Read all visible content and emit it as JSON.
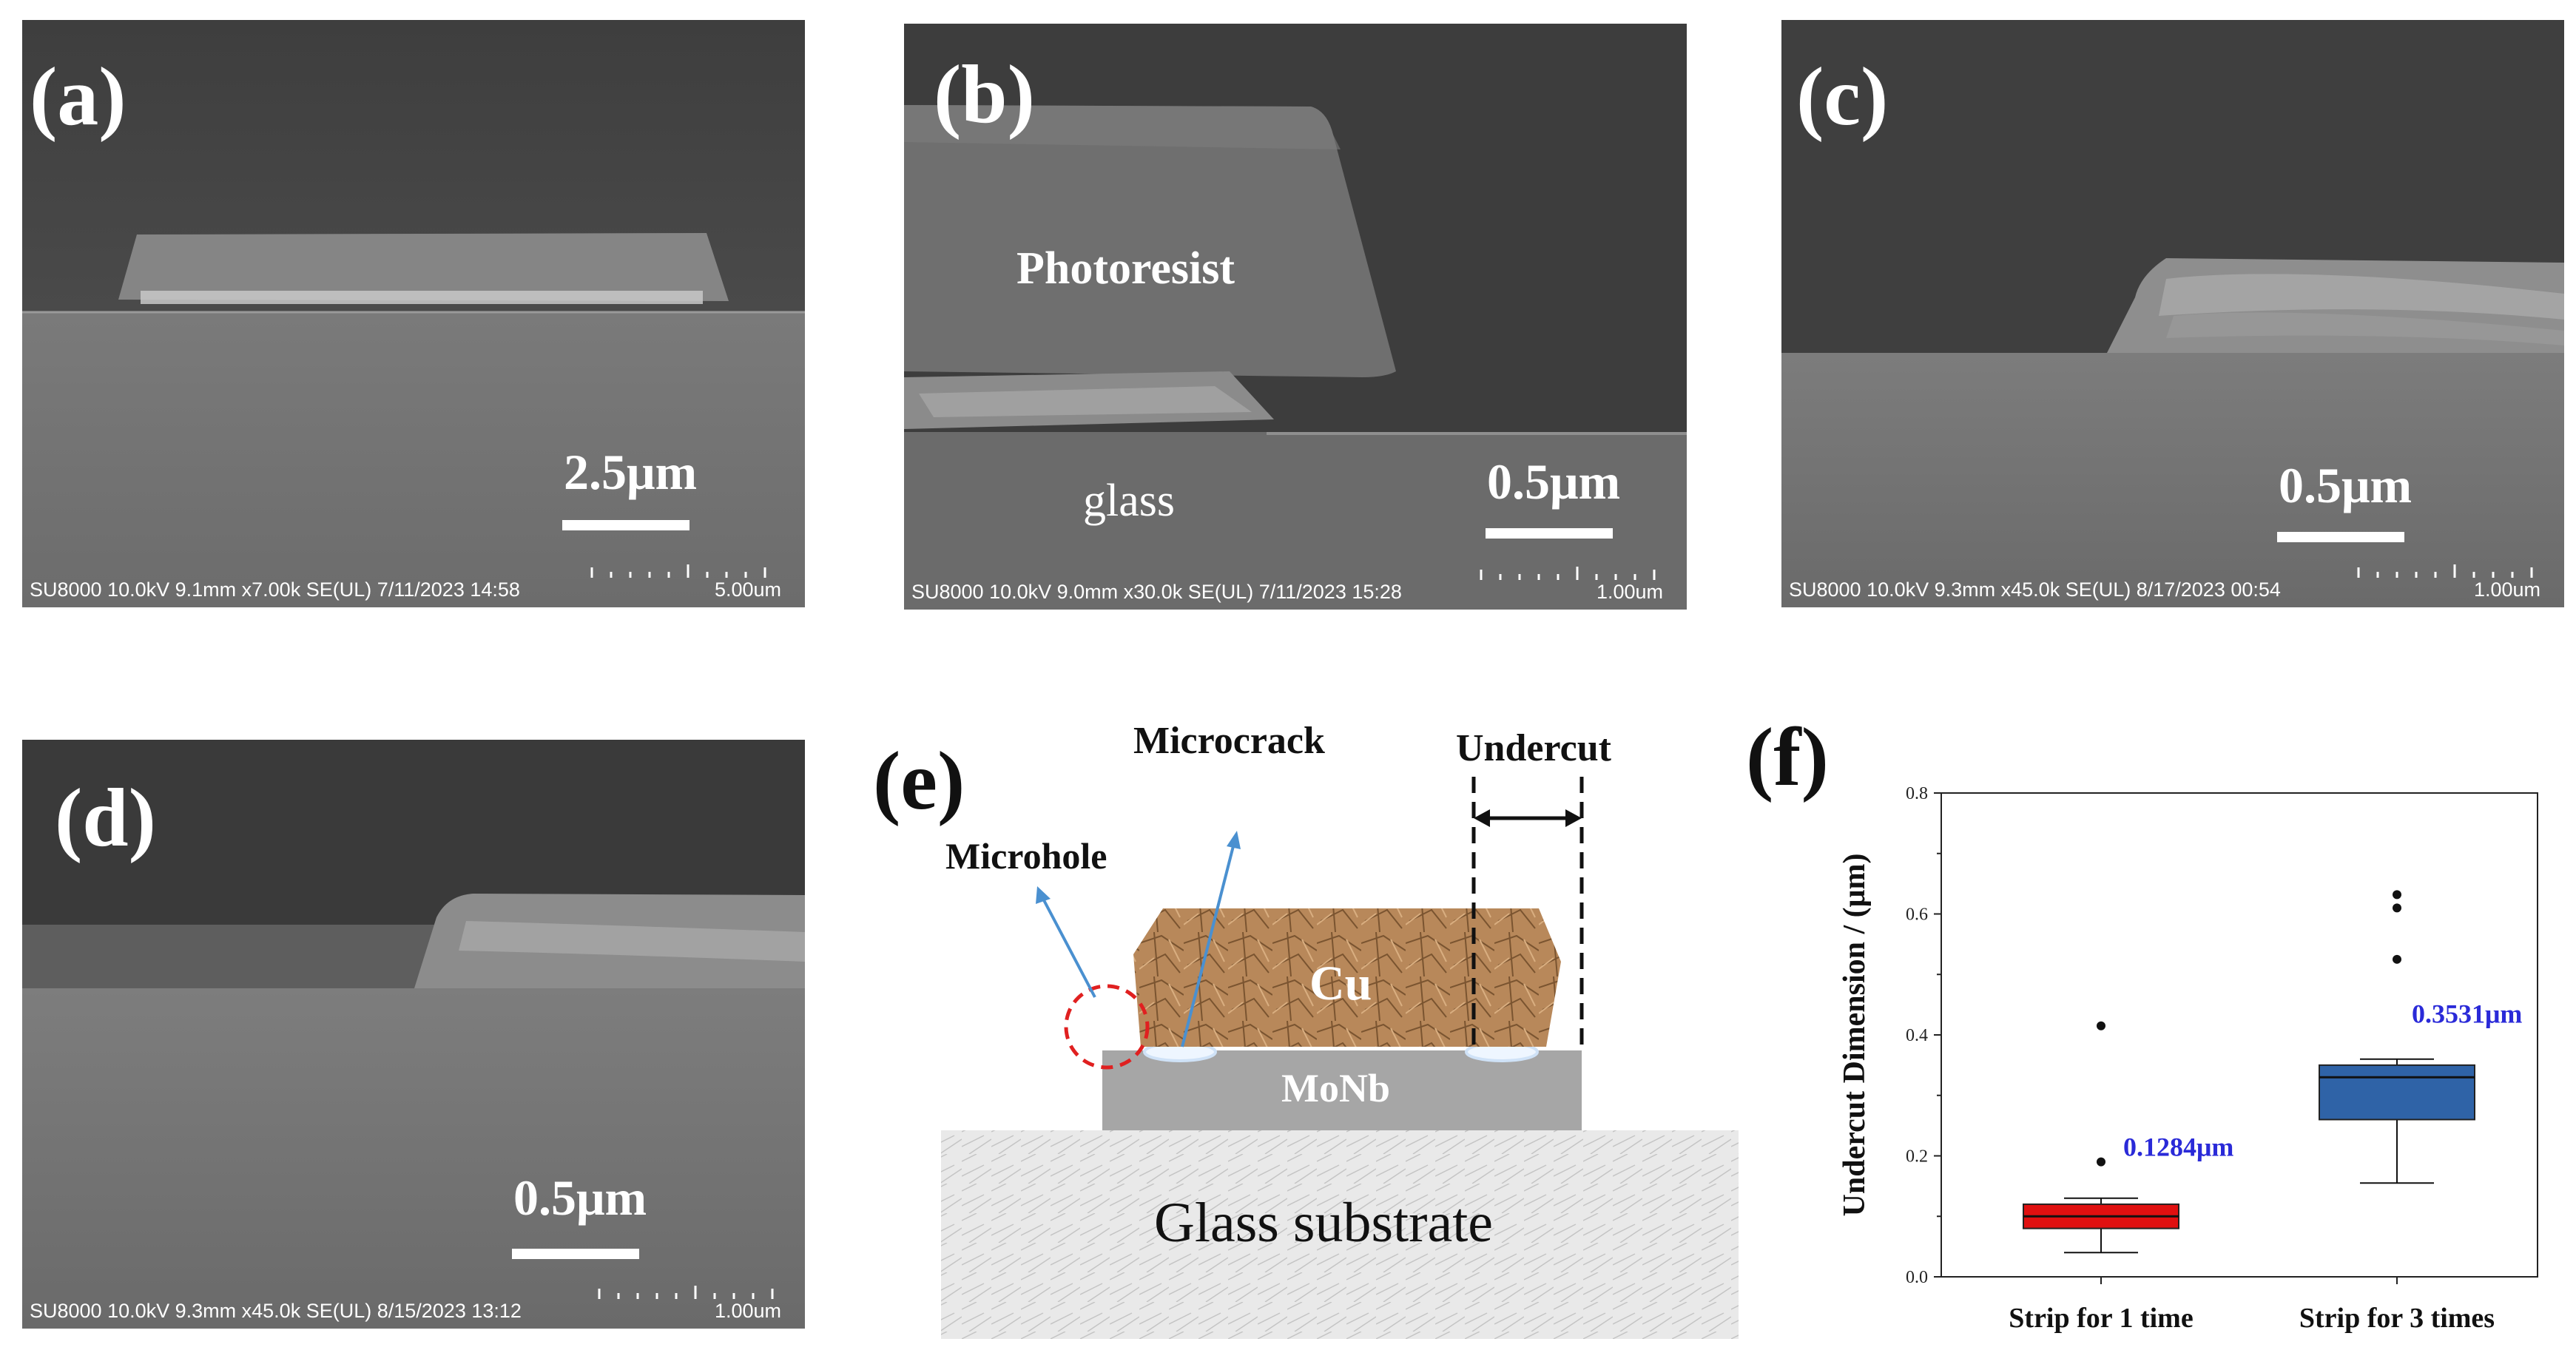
{
  "panels": {
    "a": {
      "label": "(a)",
      "scale": "2.5μm",
      "meta": "SU8000 10.0kV 9.1mm x7.00k SE(UL) 7/11/2023 14:58",
      "ruler": "5.00um"
    },
    "b": {
      "label": "(b)",
      "scale": "0.5μm",
      "meta": "SU8000 10.0kV 9.0mm x30.0k SE(UL) 7/11/2023 15:28",
      "ruler": "1.00um",
      "photoresist": "Photoresist",
      "glass": "glass"
    },
    "c": {
      "label": "(c)",
      "scale": "0.5μm",
      "meta": "SU8000 10.0kV 9.3mm x45.0k SE(UL) 8/17/2023 00:54",
      "ruler": "1.00um"
    },
    "d": {
      "label": "(d)",
      "scale": "0.5μm",
      "meta": "SU8000 10.0kV 9.3mm x45.0k SE(UL) 8/15/2023 13:12",
      "ruler": "1.00um"
    },
    "e": {
      "label": "(e)",
      "microcrack": "Microcrack",
      "undercut": "Undercut",
      "microhole": "Microhole",
      "cu": "Cu",
      "monb": "MoNb",
      "glass_substrate": "Glass substrate"
    },
    "f": {
      "label": "(f)"
    }
  },
  "colors": {
    "red_box": "#e01010",
    "blue_box": "#2f63a7",
    "annotation": "#2a2ad8",
    "cu": "#b8885a"
  },
  "chart_data": {
    "type": "box",
    "ylabel": "Undercut Dimension / (μm)",
    "xlabel": "",
    "ylim": [
      0.0,
      0.8
    ],
    "yticks": [
      "0.0",
      "0.2",
      "0.4",
      "0.6",
      "0.8"
    ],
    "categories": [
      "Strip for 1 time",
      "Strip for 3 times"
    ],
    "series": [
      {
        "category": "Strip for 1 time",
        "q1": 0.08,
        "median": 0.1,
        "q3": 0.12,
        "whisker_low": 0.04,
        "whisker_high": 0.13,
        "outliers": [
          0.19,
          0.415
        ],
        "annotation": "0.1284μm",
        "color": "#e01010"
      },
      {
        "category": "Strip for 3 times",
        "q1": 0.26,
        "median": 0.33,
        "q3": 0.35,
        "whisker_low": 0.155,
        "whisker_high": 0.36,
        "outliers": [
          0.525,
          0.61,
          0.632
        ],
        "annotation": "0.3531μm",
        "color": "#2f63a7"
      }
    ],
    "grid": false
  }
}
